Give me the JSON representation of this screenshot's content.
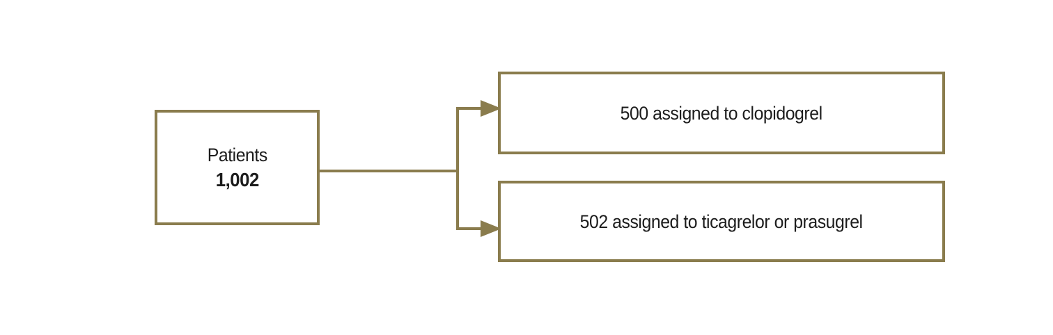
{
  "diagram": {
    "type": "flowchart",
    "root": {
      "label": "Patients",
      "value": "1,002"
    },
    "branches": [
      {
        "label": "500 assigned to clopidogrel"
      },
      {
        "label": "502 assigned to ticagrelor or prasugrel"
      }
    ]
  },
  "colors": {
    "accent": "#8a7c4d",
    "text": "#1c1c1c",
    "background": "#ffffff"
  }
}
